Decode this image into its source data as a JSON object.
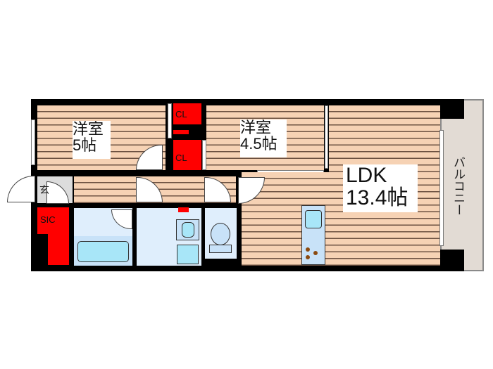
{
  "floorplan": {
    "rooms": [
      {
        "id": "western-room-1",
        "name": "洋室",
        "size": "5帖"
      },
      {
        "id": "western-room-2",
        "name": "洋室",
        "size": "4.5帖"
      },
      {
        "id": "ldk",
        "name": "LDK",
        "size": "13.4帖"
      },
      {
        "id": "balcony",
        "name": "バルコニー"
      },
      {
        "id": "entrance",
        "name": "玄"
      },
      {
        "id": "sic",
        "name": "SIC"
      },
      {
        "id": "closet-1",
        "name": "CL"
      },
      {
        "id": "closet-2",
        "name": "CL"
      }
    ],
    "colors": {
      "floor": "#f6d2b4",
      "floor_lines": "#6b5040",
      "wall": "#000000",
      "closet": "#ff0000",
      "wet_area": "#dfeefc",
      "fixture": "#a8e6f8",
      "balcony": "#e2dbd4",
      "entrance": "#dcdcdc"
    }
  }
}
